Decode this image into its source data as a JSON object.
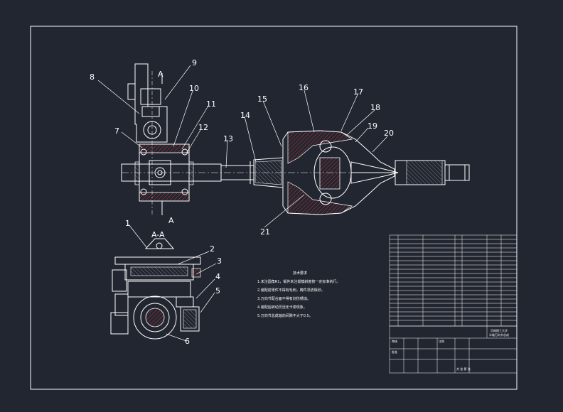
{
  "part_labels": [
    "1",
    "2",
    "3",
    "4",
    "5",
    "6",
    "7",
    "8",
    "9",
    "10",
    "11",
    "12",
    "13",
    "14",
    "15",
    "16",
    "17",
    "18",
    "19",
    "20",
    "21"
  ],
  "section_mark": "A",
  "section_title": "A-A",
  "tech_requirements": {
    "title": "技术要求",
    "items": [
      "1.未注圆角R1，锻件未注拔模斜度按一定标准执行。",
      "2.装配前零件不得有毛刺，铸件须去除砂。",
      "3.万向节配合面不得有划伤锈蚀。",
      "4.装配后转动灵活无卡滞现象。",
      "5.万向节总成轴向间隙不大于0.5。"
    ]
  },
  "title_block": {
    "institution": "河南理工大学",
    "drawing_name": "半轴万向节总成",
    "review_label": "审核",
    "approve_label": "批准",
    "scale_label": "比例",
    "sheet_label": "共 张 第 张"
  },
  "colors": {
    "background": "#222630",
    "lines": "#ffffff",
    "section_hatch": "#e53a3a",
    "gray": "#9aa0a8"
  }
}
